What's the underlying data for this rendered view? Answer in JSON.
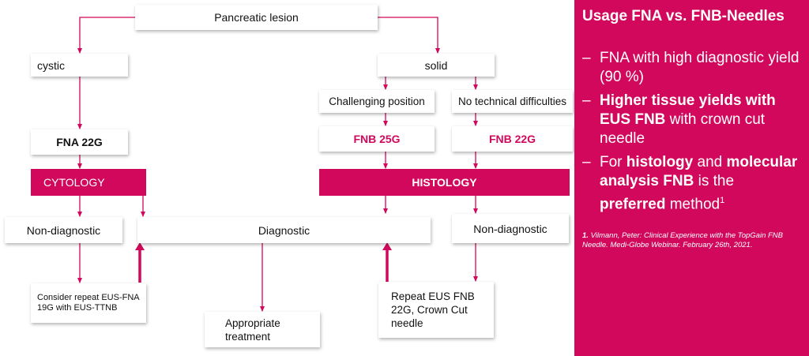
{
  "colors": {
    "accent": "#d1085b",
    "panel_bg": "#d1085b",
    "box_bg": "#ffffff",
    "text": "#111111"
  },
  "flow": {
    "root": "Pancreatic lesion",
    "cystic": "cystic",
    "solid": "solid",
    "challenging": "Challenging position",
    "no_tech": "No technical difficulties",
    "fna22": "FNA 22G",
    "fnb25": "FNB 25G",
    "fnb22": "FNB 22G",
    "cytology": "CYTOLOGY",
    "histology": "HISTOLOGY",
    "nondiag_left": "Non-diagnostic",
    "diagnostic": "Diagnostic",
    "nondiag_right": "Non-diagnostic",
    "consider": "Consider repeat EUS-FNA 19G with EUS-TTNB",
    "appropriate": "Appropriate treatment",
    "repeat": "Repeat EUS FNB 22G, Crown Cut needle"
  },
  "panel": {
    "title": "Usage FNA vs. FNB-Needles",
    "bullet_dash": "–",
    "bullet1": "FNA with high diagnostic yield (90 %)",
    "bullet2_bold": "Higher tissue yields with EUS FNB",
    "bullet2_rest": " with crown cut needle",
    "bullet3_a": "For ",
    "bullet3_b": "histology",
    "bullet3_c": " and ",
    "bullet3_d": "molecular analysis FNB",
    "bullet3_e": " is the ",
    "bullet3_f": "preferred",
    "bullet3_g": " method",
    "bullet3_sup": "1",
    "footnote_num": "1.",
    "footnote_text": " Vilmann, Peter: Clinical Experience with the TopGain FNB Needle. Medi-Globe Webinar. February 26th, 2021."
  }
}
